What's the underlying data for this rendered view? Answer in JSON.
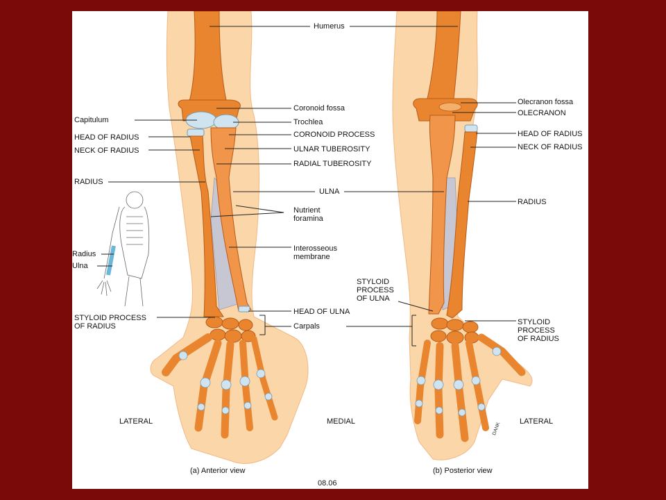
{
  "colors": {
    "background": "#7a0a0a",
    "panel": "#ffffff",
    "bone": "#e8852e",
    "bone_light": "#f4b06a",
    "skin": "#fbd6a8",
    "cartilage": "#cfe4f0",
    "membrane": "#c7c7d4",
    "highlight": "#6ab7d8"
  },
  "labels": {
    "humerus": "Humerus",
    "coronoid_fossa": "Coronoid fossa",
    "trochlea": "Trochlea",
    "coronoid_process": "CORONOID PROCESS",
    "ulnar_tuberosity": "ULNAR TUBEROSITY",
    "radial_tuberosity": "RADIAL TUBEROSITY",
    "ulna_center": "ULNA",
    "nutrient_foramina": "Nutrient\nforamina",
    "interosseous_membrane": "Interosseous\nmembrane",
    "head_of_ulna": "HEAD OF ULNA",
    "carpals": "Carpals",
    "capitulum": "Capitulum",
    "head_of_radius_a": "HEAD OF RADIUS",
    "neck_of_radius_a": "NECK OF RADIUS",
    "radius_a": "RADIUS",
    "inset_radius": "Radius",
    "inset_ulna": "Ulna",
    "styloid_radius_a": "STYLOID PROCESS\nOF RADIUS",
    "olecranon_fossa": "Olecranon fossa",
    "olecranon": "OLECRANON",
    "head_of_radius_b": "HEAD OF RADIUS",
    "neck_of_radius_b": "NECK OF RADIUS",
    "radius_b": "RADIUS",
    "styloid_ulna_b": "STYLOID\nPROCESS\nOF ULNA",
    "styloid_radius_b": "STYLOID\nPROCESS\nOF RADIUS",
    "lateral_left": "LATERAL",
    "medial": "MEDIAL",
    "lateral_right": "LATERAL"
  },
  "captions": {
    "anterior": "(a) Anterior view",
    "posterior": "(b) Posterior view",
    "figure_number": "08.06"
  },
  "artist_signature": "DANK"
}
